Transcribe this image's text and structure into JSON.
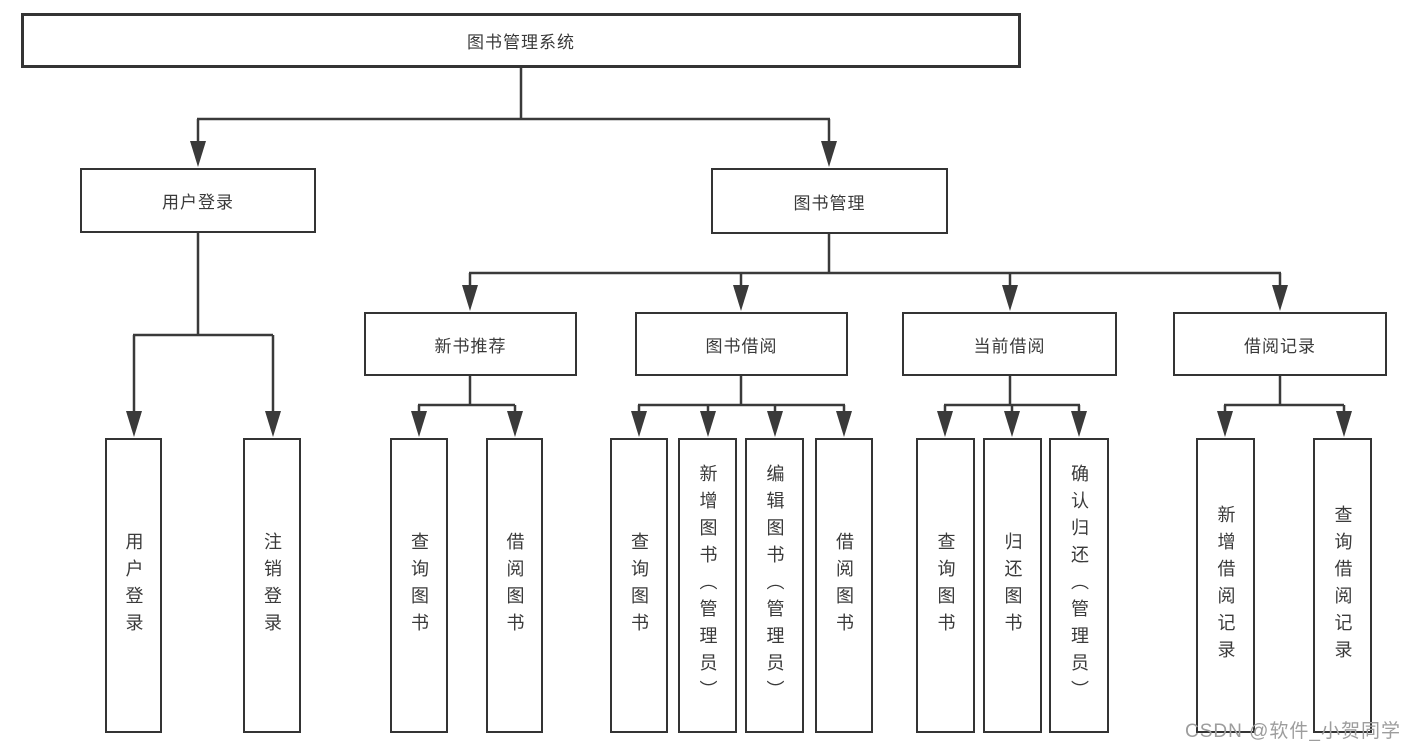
{
  "diagram": {
    "type": "hierarchy-tree",
    "root": {
      "label": "图书管理系统"
    },
    "level2": [
      {
        "id": "user-login-branch",
        "label": "用户登录"
      },
      {
        "id": "book-management-branch",
        "label": "图书管理"
      }
    ],
    "level3": [
      {
        "id": "new-book-recommend",
        "label": "新书推荐",
        "parent": "图书管理"
      },
      {
        "id": "book-borrow",
        "label": "图书借阅",
        "parent": "图书管理"
      },
      {
        "id": "current-borrow",
        "label": "当前借阅",
        "parent": "图书管理"
      },
      {
        "id": "borrow-records",
        "label": "借阅记录",
        "parent": "图书管理"
      }
    ],
    "leaves": [
      {
        "label": "用户登录",
        "parent": "用户登录"
      },
      {
        "label": "注销登录",
        "parent": "用户登录"
      },
      {
        "label": "查询图书",
        "parent": "新书推荐"
      },
      {
        "label": "借阅图书",
        "parent": "新书推荐"
      },
      {
        "label": "查询图书",
        "parent": "图书借阅"
      },
      {
        "label": "新增图书（管理员）",
        "parent": "图书借阅"
      },
      {
        "label": "编辑图书（管理员）",
        "parent": "图书借阅"
      },
      {
        "label": "借阅图书",
        "parent": "图书借阅"
      },
      {
        "label": "查询图书",
        "parent": "当前借阅"
      },
      {
        "label": "归还图书",
        "parent": "当前借阅"
      },
      {
        "label": "确认归还（管理员）",
        "parent": "当前借阅"
      },
      {
        "label": "新增借阅记录",
        "parent": "借阅记录"
      },
      {
        "label": "查询借阅记录",
        "parent": "借阅记录"
      }
    ]
  },
  "watermark": "CSDN @软件_小贺同学",
  "colors": {
    "line": "#3a3a3a",
    "border": "#343434",
    "text": "#3a3a3a",
    "background": "#ffffff",
    "watermark": "#9d9d9d"
  }
}
